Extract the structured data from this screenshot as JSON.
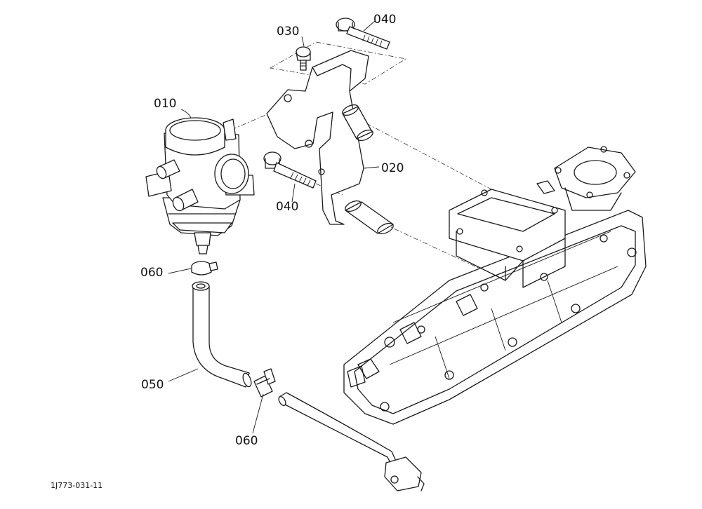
{
  "callouts": {
    "p010": "010",
    "p020": "020",
    "p030": "030",
    "p040_top": "040",
    "p040_mid": "040",
    "p050": "050",
    "p060_top": "060",
    "p060_bottom": "060"
  },
  "diagram_code": "1J773-031-11"
}
